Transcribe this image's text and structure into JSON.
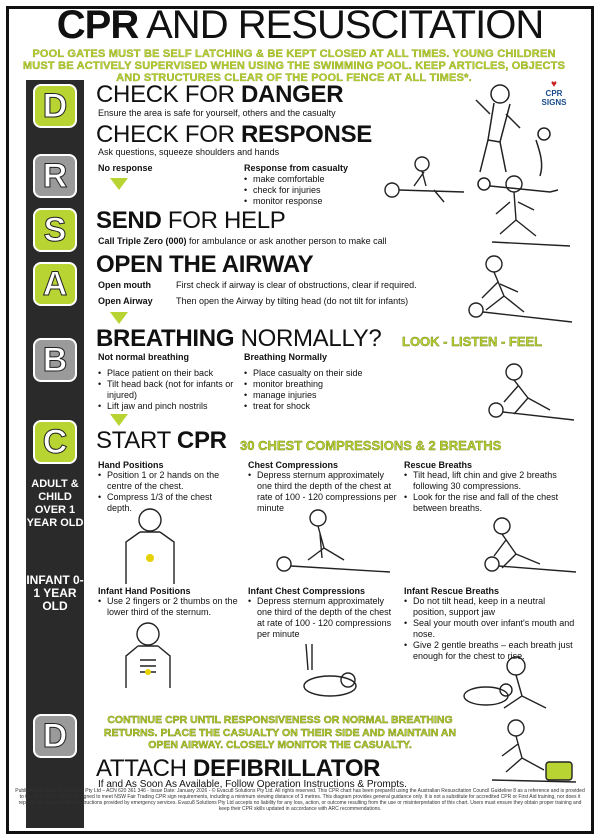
{
  "title": {
    "light_first": "CPR",
    "rest": "AND RESUSCITATION"
  },
  "warning": "POOL GATES MUST BE SELF LATCHING & BE KEPT CLOSED AT ALL TIMES. YOUNG CHILDREN MUST BE ACTIVELY SUPERVISED WHEN USING THE SWIMMING POOL. KEEP ARTICLES, OBJECTS AND STRUCTURES CLEAR OF THE POOL FENCE AT ALL TIMES*.",
  "logo": {
    "line1": "CPR",
    "line2": "SIGNS"
  },
  "letters": [
    "D",
    "R",
    "S",
    "A",
    "B",
    "C",
    "D"
  ],
  "side_notes": {
    "adult": "ADULT & CHILD OVER 1 YEAR OLD",
    "infant": "INFANT 0- 1 YEAR OLD"
  },
  "danger": {
    "pre": "CHECK FOR",
    "bold": "DANGER",
    "sub": "Ensure the area is safe for yourself, others and the casualty"
  },
  "response": {
    "pre": "CHECK FOR",
    "bold": "RESPONSE",
    "sub": "Ask questions, squeeze shoulders and hands",
    "no_label": "No response",
    "yes_label": "Response from casualty",
    "yes_items": [
      "make comfortable",
      "check for injuries",
      "monitor response"
    ]
  },
  "send": {
    "bold": "SEND",
    "rest": "FOR HELP",
    "sub_bold": "Call Triple Zero (000)",
    "sub_rest": "for ambulance or ask another person to make call"
  },
  "airway": {
    "title": "OPEN THE AIRWAY",
    "mouth_label": "Open mouth",
    "mouth_text": "First check if airway is clear of obstructions, clear if required.",
    "open_label": "Open Airway",
    "open_text": "Then open the Airway by tilting head (do not tilt for infants)"
  },
  "breathing": {
    "bold": "BREATHING",
    "rest": "NORMALLY?",
    "look": "LOOK - LISTEN - FEEL",
    "not_label": "Not normal breathing",
    "not_items": [
      "Place patient on their back",
      "Tilt head back (not for infants or injured)",
      "Lift jaw and pinch nostrils"
    ],
    "normal_label": "Breathing Normally",
    "normal_items": [
      "Place casualty on their side",
      "monitor breathing",
      "manage injuries",
      "treat for shock"
    ]
  },
  "cpr": {
    "pre": "START",
    "bold": "CPR",
    "ratio": "30 CHEST COMPRESSIONS & 2 BREATHS",
    "hand_label": "Hand Positions",
    "hand_items": [
      "Position 1 or 2 hands on the centre of the chest.",
      "Compress 1/3 of the chest depth."
    ],
    "chest_label": "Chest Compressions",
    "chest_items": [
      "Depress sternum approximately one third the depth of the chest at rate of 100 - 120 compressions per minute"
    ],
    "rescue_label": "Rescue Breaths",
    "rescue_items": [
      "Tilt head, lift chin and give 2 breaths following 30 compressions.",
      "Look for the rise and fall of the chest between breaths."
    ],
    "ihand_label": "Infant Hand Positions",
    "ihand_items": [
      "Use 2 fingers or 2 thumbs on the lower third of the sternum."
    ],
    "ichest_label": "Infant Chest Compressions",
    "ichest_items": [
      "Depress sternum approximately one third of the depth of the chest at rate of 100 - 120 compressions per minute"
    ],
    "irescue_label": "Infant Rescue Breaths",
    "irescue_items": [
      "Do not tilt head, keep in a neutral position, support jaw",
      "Seal your mouth over infant's mouth and nose.",
      "Give 2 gentle breaths – each breath just enough for the chest to rise."
    ]
  },
  "continue": "CONTINUE CPR UNTIL RESPONSIVENESS OR NORMAL BREATHING RETURNS. PLACE THE CASUALTY ON THEIR SIDE AND MAINTAIN AN OPEN AIRWAY. CLOSELY MONITOR THE CASUALTY.",
  "defib": {
    "pre": "ATTACH",
    "bold": "DEFIBRILLATOR",
    "sub": "If and As Soon As Available, Follow Operation Instructions & Prompts."
  },
  "footer": "Published by Evacu8 Solutions Pty Ltd – ACN 620 361 346 - Issue Date: January 2026 - © Evacu8 Solutions Pty Ltd. All rights reserved. This CPR chart has been prepared using the Australian Resuscitation Council Guideline 8 as a reference and is provided to the best of our ability. Designed to meet NSW Fair Trading CPR sign requirements, including a minimum viewing distance of 3 metres. This diagram provides general guidance only. It is not a substitute for accredited CPR or First Aid training, nor does it replace the need to follow instructions provided by emergency services. Evacu8 Solutions Pty Ltd accepts no liability for any loss, action, or outcome resulting from the use or misinterpretation of this chart. Users must ensure they obtain proper training and keep their CPR skills updated in accordance with ARC recommendations."
}
